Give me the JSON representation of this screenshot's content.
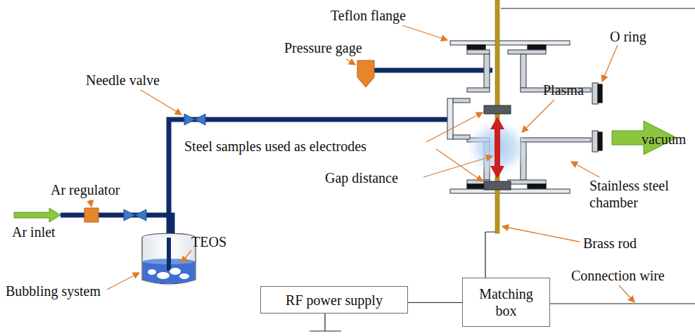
{
  "diagram": {
    "nodes": [
      {
        "text": [
          "RF power supply"
        ]
      },
      {
        "text": [
          "Matching box"
        ]
      }
    ],
    "edges": [
      {
        "from": 0,
        "to": 1,
        "arrow": "none"
      }
    ],
    "labels": [
      "Teflon flange",
      "O ring",
      "Pressure gage",
      "Needle valve",
      "Plasma",
      "vacuum",
      "Steel samples used as electrodes",
      "Gap distance",
      "Stainless steel chamber",
      "Ar regulator",
      "Ar inlet",
      "TEOS",
      "Bubbling system",
      "Brass rod",
      "Connection wire"
    ]
  }
}
